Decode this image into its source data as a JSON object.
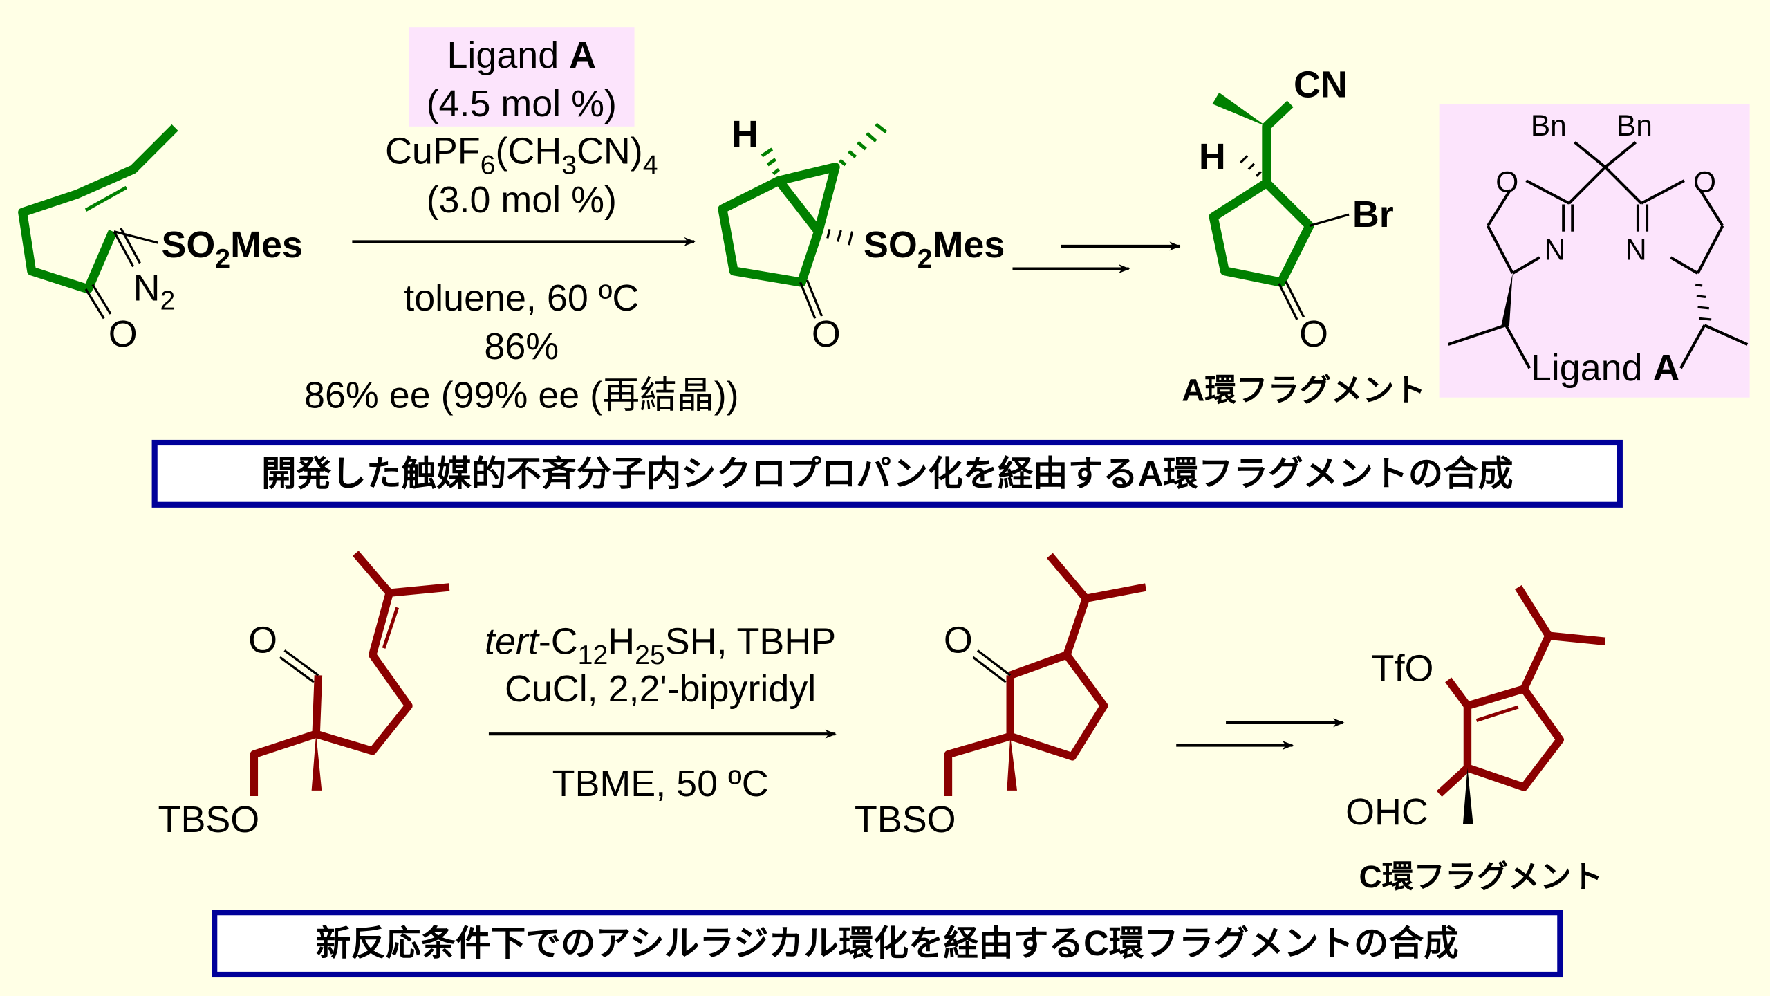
{
  "colors": {
    "background": "#ffffe6",
    "scheme_a": "#008000",
    "scheme_c": "#8b0000",
    "box_border": "#000099",
    "highlight": "#fce4fc"
  },
  "scheme_a": {
    "reactant": {
      "o": "O",
      "n": "N",
      "n_sub": "2",
      "so": "SO",
      "so_sub": "2",
      "mes": "Mes"
    },
    "reagents": {
      "ligand": "Ligand ",
      "ligand_bold": "A",
      "ligand_loading": "(4.5 mol %)",
      "cu_1": "CuPF",
      "cu_sub1": "6",
      "cu_2": "(CH",
      "cu_sub2": "3",
      "cu_3": "CN)",
      "cu_sub3": "4",
      "cu_loading": "(3.0 mol %)",
      "conditions": "toluene, 60 ºC",
      "yield": "86%",
      "ee": "86% ee (99% ee (再結晶))"
    },
    "intermediate": {
      "h": "H",
      "o": "O",
      "so": "SO",
      "so_sub": "2",
      "mes": "Mes"
    },
    "product": {
      "cn": "CN",
      "h": "H",
      "br": "Br",
      "o": "O",
      "caption": "A環フラグメント"
    },
    "ligand_box": {
      "bn1": "Bn",
      "bn2": "Bn",
      "o1": "O",
      "o2": "O",
      "n1": "N",
      "n2": "N",
      "label": "Ligand ",
      "label_bold": "A"
    },
    "title": "開発した触媒的不斉分子内シクロプロパン化を経由するA環フラグメントの合成"
  },
  "scheme_c": {
    "reactant": {
      "o": "O",
      "tbso": "TBSO"
    },
    "reagents": {
      "tert": "tert",
      "line1_a": "-C",
      "sub1": "12",
      "line1_b": "H",
      "sub2": "25",
      "line1_c": "SH, TBHP",
      "line2": "CuCl, 2,2'-bipyridyl",
      "conditions": "TBME, 50 ºC"
    },
    "intermediate": {
      "o": "O",
      "tbso": "TBSO"
    },
    "product": {
      "tfo": "TfO",
      "ohc": "OHC",
      "caption": "C環フラグメント"
    },
    "title": "新反応条件下でのアシルラジカル環化を経由するC環フラグメントの合成"
  }
}
